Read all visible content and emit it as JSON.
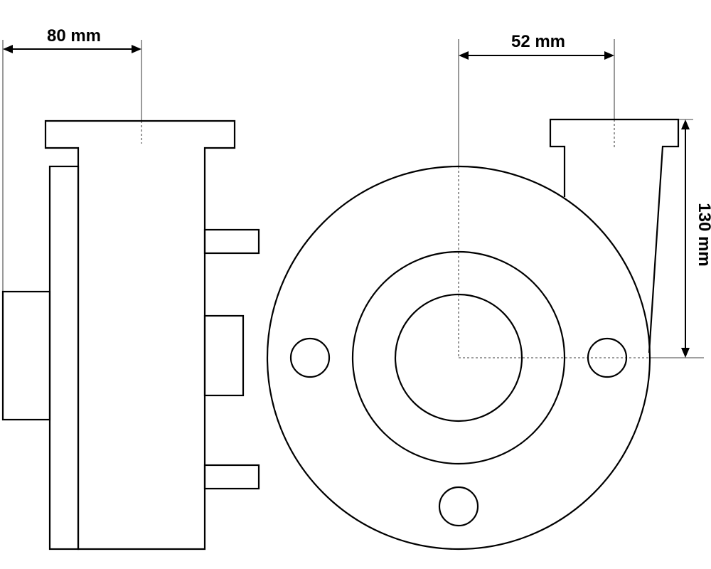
{
  "dimensions": {
    "width_label": "80 mm",
    "offset_label": "52 mm",
    "height_label": "130 mm"
  }
}
